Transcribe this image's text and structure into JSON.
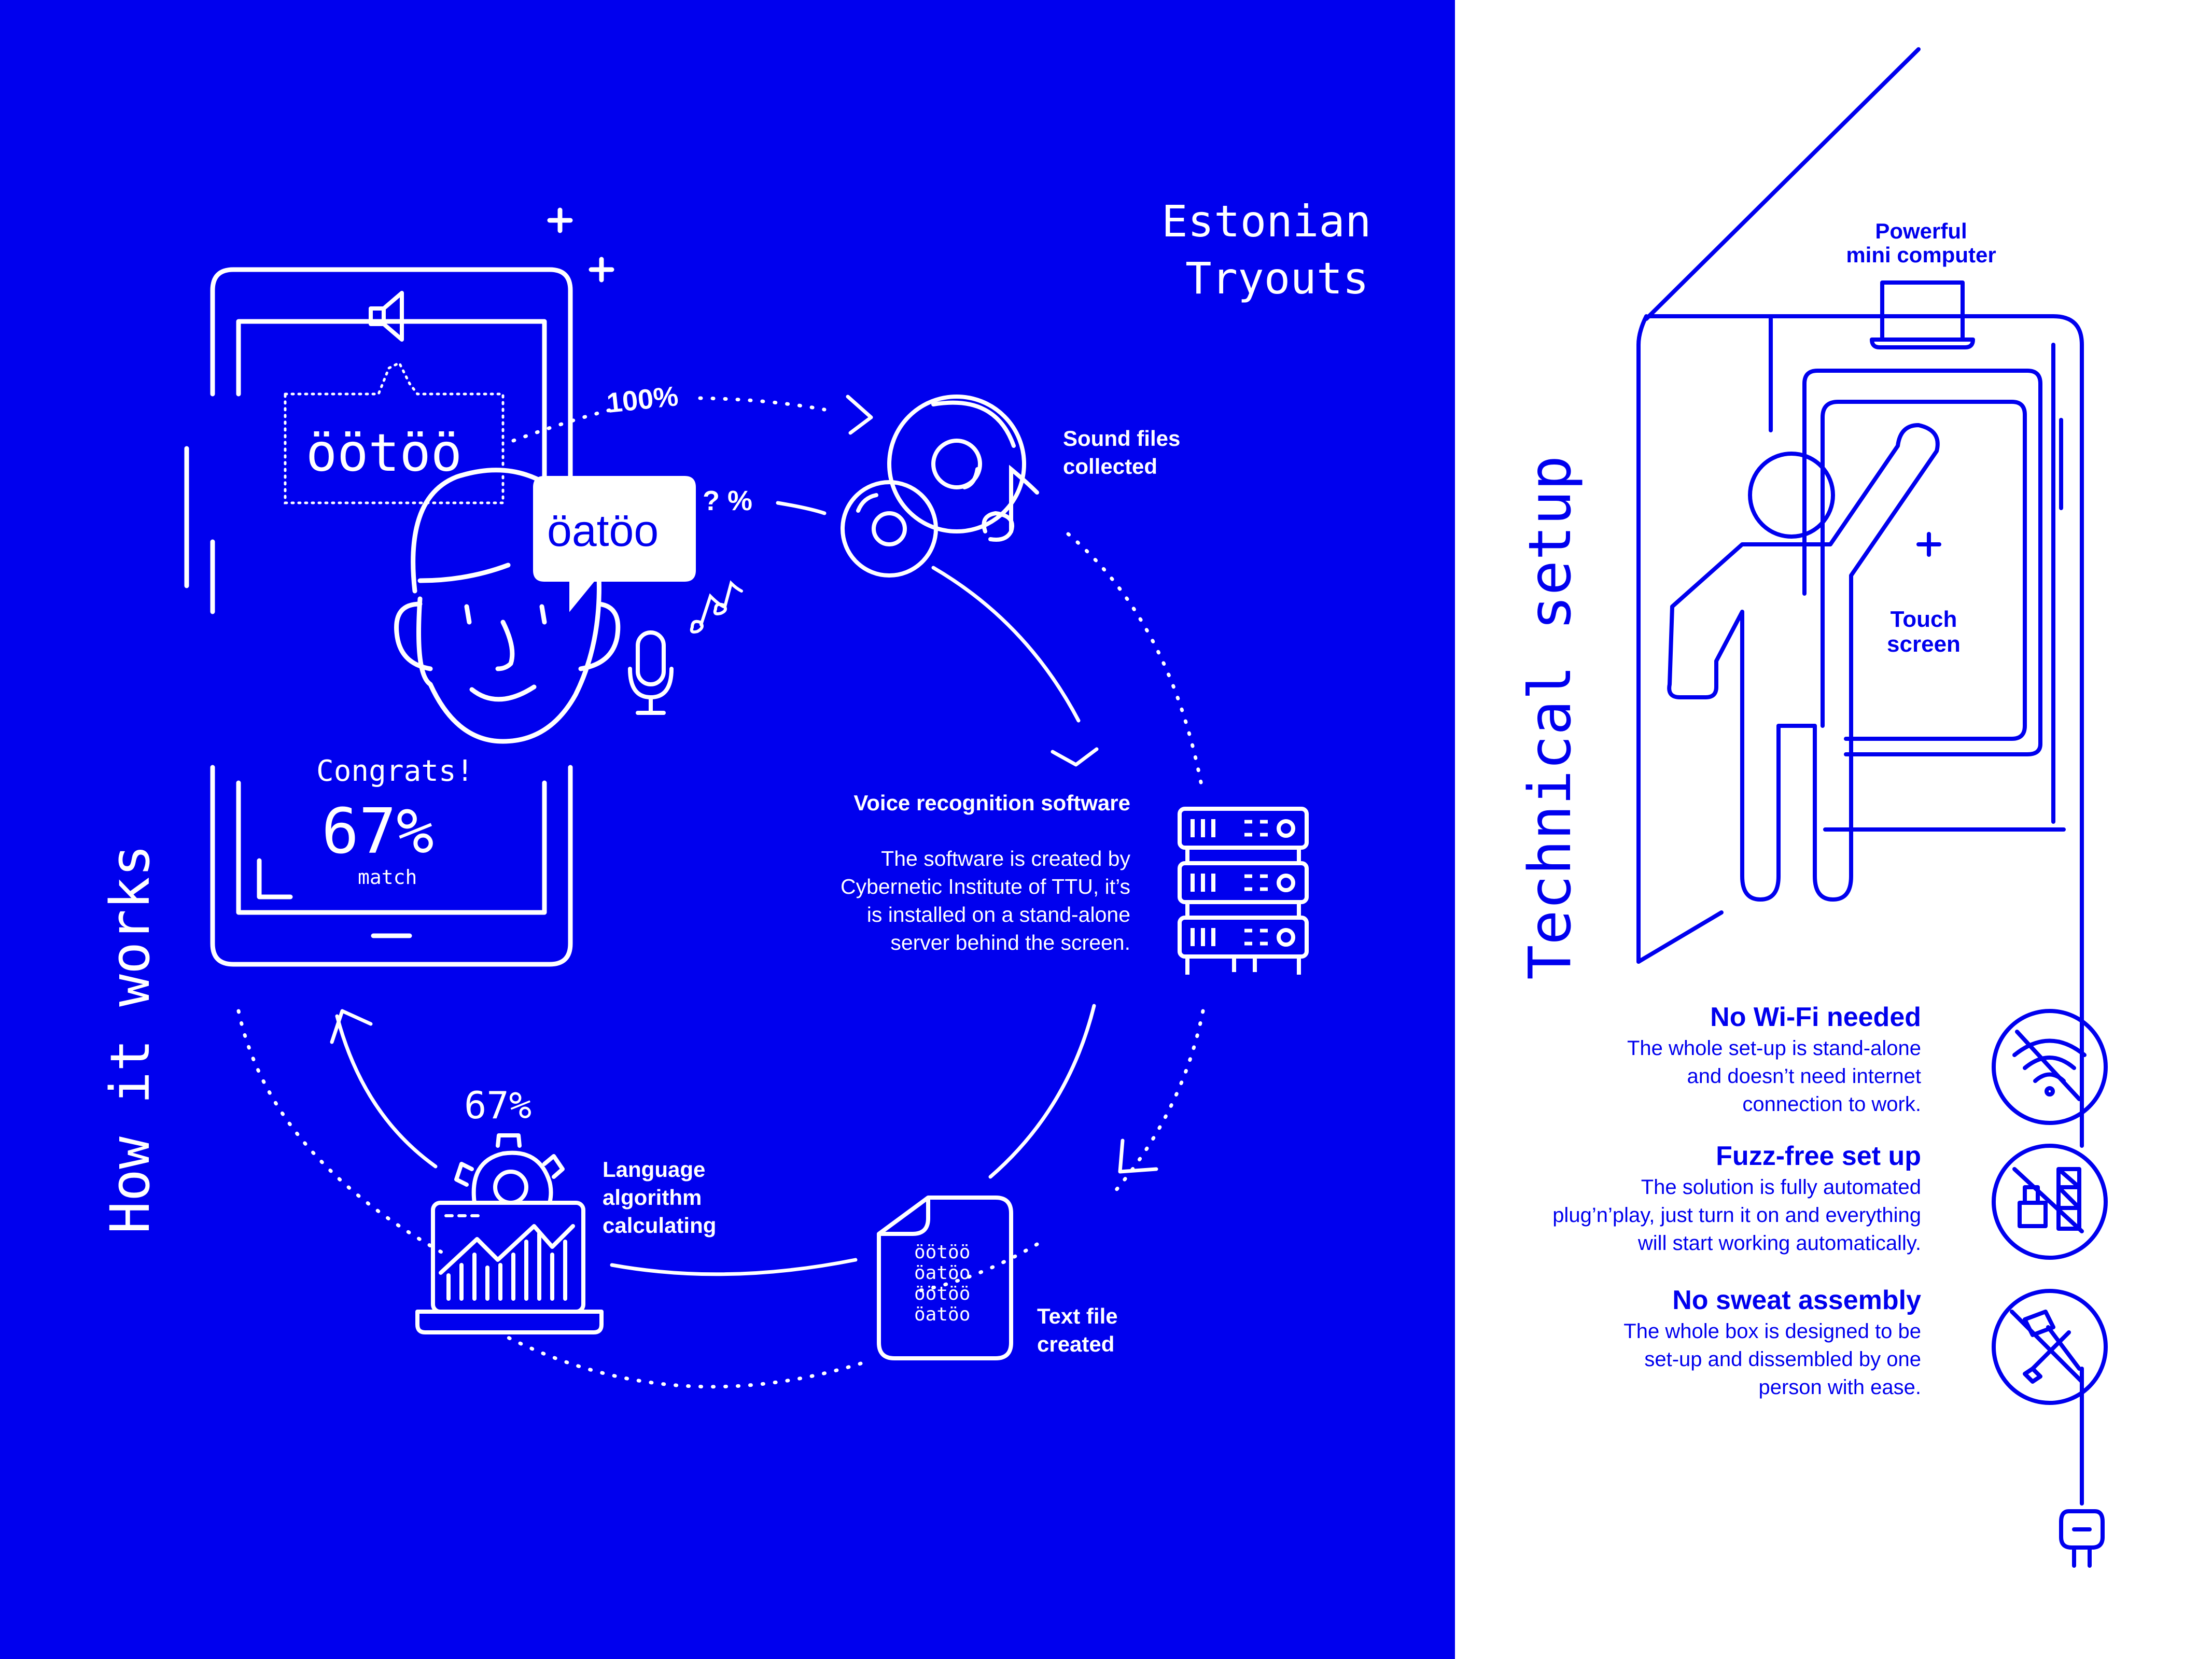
{
  "title": {
    "line1": "Estonian",
    "line2": "Tryouts"
  },
  "left_heading": "How it works",
  "right_heading": "Technical setup",
  "phone": {
    "target_word": "öötöö",
    "spoken_word": "öatöo",
    "congrats": "Congrats!",
    "percent": "67%",
    "match": "match"
  },
  "flow": {
    "pct_100": "100%",
    "unknown_pct": "? %",
    "sound_files": {
      "line1": "Sound files",
      "line2": "collected"
    },
    "voice_recognition": {
      "title": "Voice recognition software",
      "body": [
        "The software is created by",
        "Cybernetic Institute of TTU, it’s",
        "is installed on a stand-alone",
        "server behind the screen."
      ]
    },
    "text_file": {
      "line1": "Text file",
      "line2": "created",
      "contents": [
        "öötöö",
        "öatöo",
        "öötöö",
        "öatöo"
      ]
    },
    "language": {
      "line1": "Language",
      "line2": "algorithm",
      "line3": "calculating",
      "percent": "67%"
    }
  },
  "setup": {
    "computer": {
      "line1": "Powerful",
      "line2": "mini computer"
    },
    "touch": {
      "line1": "Touch",
      "line2": "screen"
    }
  },
  "features": [
    {
      "title": "No Wi-Fi needed",
      "body": [
        "The whole set-up is stand-alone",
        "and doesn’t need internet",
        "connection to work."
      ],
      "icon": "no-wifi-icon"
    },
    {
      "title": "Fuzz-free set up",
      "body": [
        "The solution is fully automated",
        "plug’n’play, just turn it on and everything",
        "will start working automatically."
      ],
      "icon": "no-construction-icon"
    },
    {
      "title": "No sweat assembly",
      "body": [
        "The whole box is designed to be",
        "set-up and dissembled by one",
        "person with ease."
      ],
      "icon": "no-tools-icon"
    }
  ],
  "colors": {
    "blue": "#0000ee",
    "white": "#ffffff"
  }
}
